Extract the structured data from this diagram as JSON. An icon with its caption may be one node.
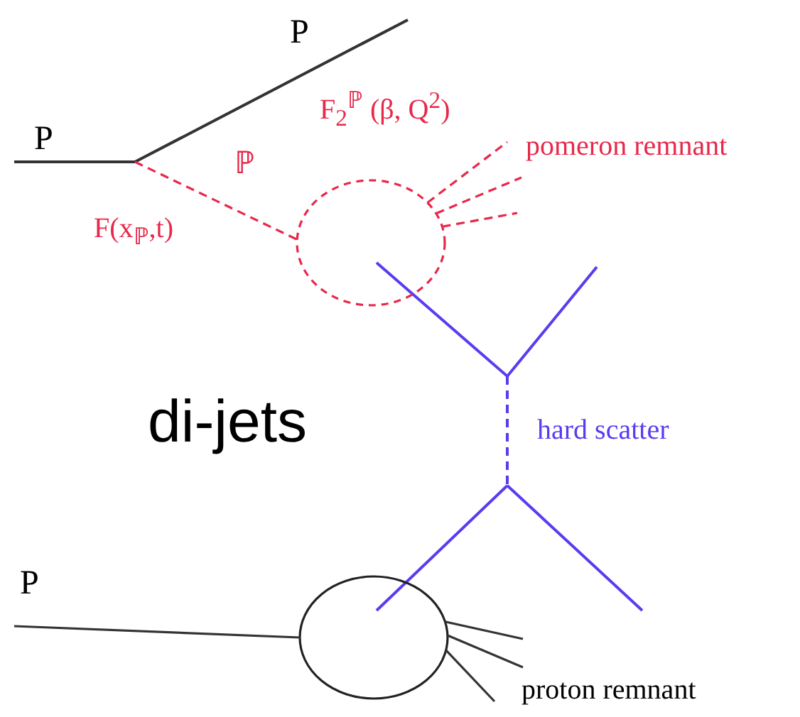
{
  "diagram": {
    "nodes": [
      {
        "text": [],
        "shape": "circle"
      },
      {
        "text": [],
        "shape": "circle"
      }
    ],
    "edges": [
      {
        "from": null,
        "to": 0,
        "arrow": "none",
        "style": "dashed",
        "color": "#e8284a"
      },
      {
        "from": 0,
        "to": null,
        "arrow": "none",
        "style": "dashed",
        "color": "#e8284a"
      },
      {
        "from": 0,
        "to": null,
        "arrow": "none",
        "style": "dashed",
        "color": "#e8284a"
      },
      {
        "from": 0,
        "to": null,
        "arrow": "none",
        "style": "dashed",
        "color": "#e8284a"
      },
      {
        "from": null,
        "to": 1,
        "arrow": "none",
        "color": "#333333"
      },
      {
        "from": 1,
        "to": null,
        "arrow": "none",
        "color": "#333333"
      },
      {
        "from": 1,
        "to": null,
        "arrow": "none",
        "color": "#333333"
      },
      {
        "from": 1,
        "to": null,
        "arrow": "none",
        "color": "#333333"
      }
    ],
    "labels": [
      "P",
      "P",
      "F$_{2}$$^{ℙ}$ (β, Q$^{2}$)",
      "ℙ",
      "pomeron remnant",
      "F(x$_{ℙ}$,t)",
      "di-jets",
      "hard scatter",
      "P",
      "proton remnant"
    ]
  }
}
